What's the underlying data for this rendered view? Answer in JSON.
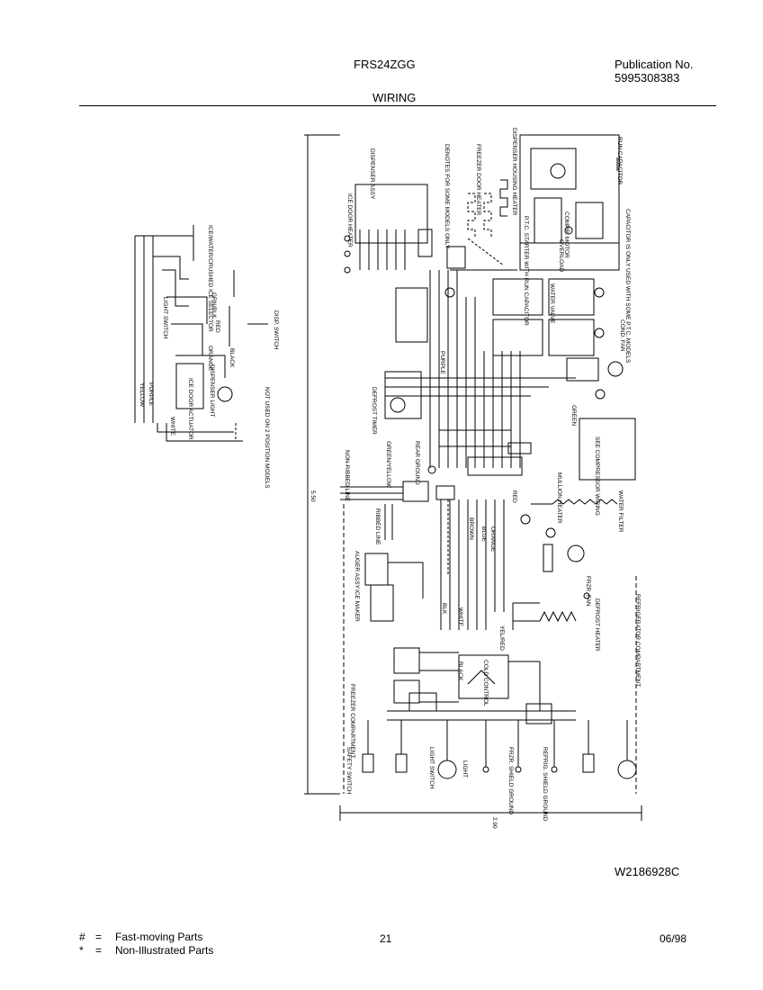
{
  "header": {
    "model": "FRS24ZGG",
    "publication_label": "Publication No.",
    "publication_number": "5995308383",
    "section_title": "WIRING"
  },
  "diagram": {
    "drawing_number": "W2186928C",
    "left_schematic_labels": [
      "ICE/WATER/CRUSHED ICE SELECTOR",
      "LIGHT SWITCH",
      "DISPENSER LIGHT",
      "ICE DOOR ACTUATOR",
      "DISP. SWITCH",
      "NOT USED ON 2 POSITION MODELS",
      "YELLOW",
      "PURPLE",
      "ORANGE",
      "BLACK",
      "WHITE",
      "RED",
      "GRN/BLK"
    ],
    "right_schematic_labels": [
      "ICE DOOR HEATER",
      "DISPENSER ASSY",
      "DENOTES FOR SOME MODELS ONLY",
      "FREEZER DOOR HEATER",
      "DISPENSER HOUSING HEATER",
      "RUN CAPACITOR",
      "P.T.C. STARTER WITH RUN CAPACITOR",
      "COMPR. MOTOR",
      "OVERLOAD",
      "CAPACITOR IS ONLY USED WITH SOME P.T.C. MODELS",
      "WATER VALVE",
      "COND. FAN",
      "SEE COMPRESSOR WIRING",
      "DEFROST TIMER",
      "MULLION HEATER",
      "WATER FILTER",
      "FRZR. FAN",
      "DEFROST HEATER",
      "COLD CONTROL",
      "FREEZER COMPARTMENT",
      "REFRIGERATOR COMPARTMENT",
      "ICE MAKER",
      "AUGER ASSY",
      "SAFETY SWITCH",
      "LIGHT SWITCH",
      "LIGHT",
      "FRZR. SHIELD GROUND",
      "REFRIG. SHIELD GROUND",
      "REAR GROUND",
      "NON-RIBBED LINE",
      "RIBBED LINE",
      "GREEN/YELLOW",
      "BLUE",
      "BROWN",
      "WHITE",
      "BLACK",
      "ORANGE",
      "YEL/RED",
      "BLK",
      "GREEN",
      "PURPLE",
      "RED"
    ],
    "dimension_vertical": "5.50",
    "dimension_horizontal": "2.90"
  },
  "footer": {
    "legend": [
      {
        "symbol": "#",
        "eq": "=",
        "text": "Fast-moving Parts"
      },
      {
        "symbol": "*",
        "eq": "=",
        "text": "Non-Illustrated Parts"
      }
    ],
    "page_number": "21",
    "date": "06/98"
  }
}
